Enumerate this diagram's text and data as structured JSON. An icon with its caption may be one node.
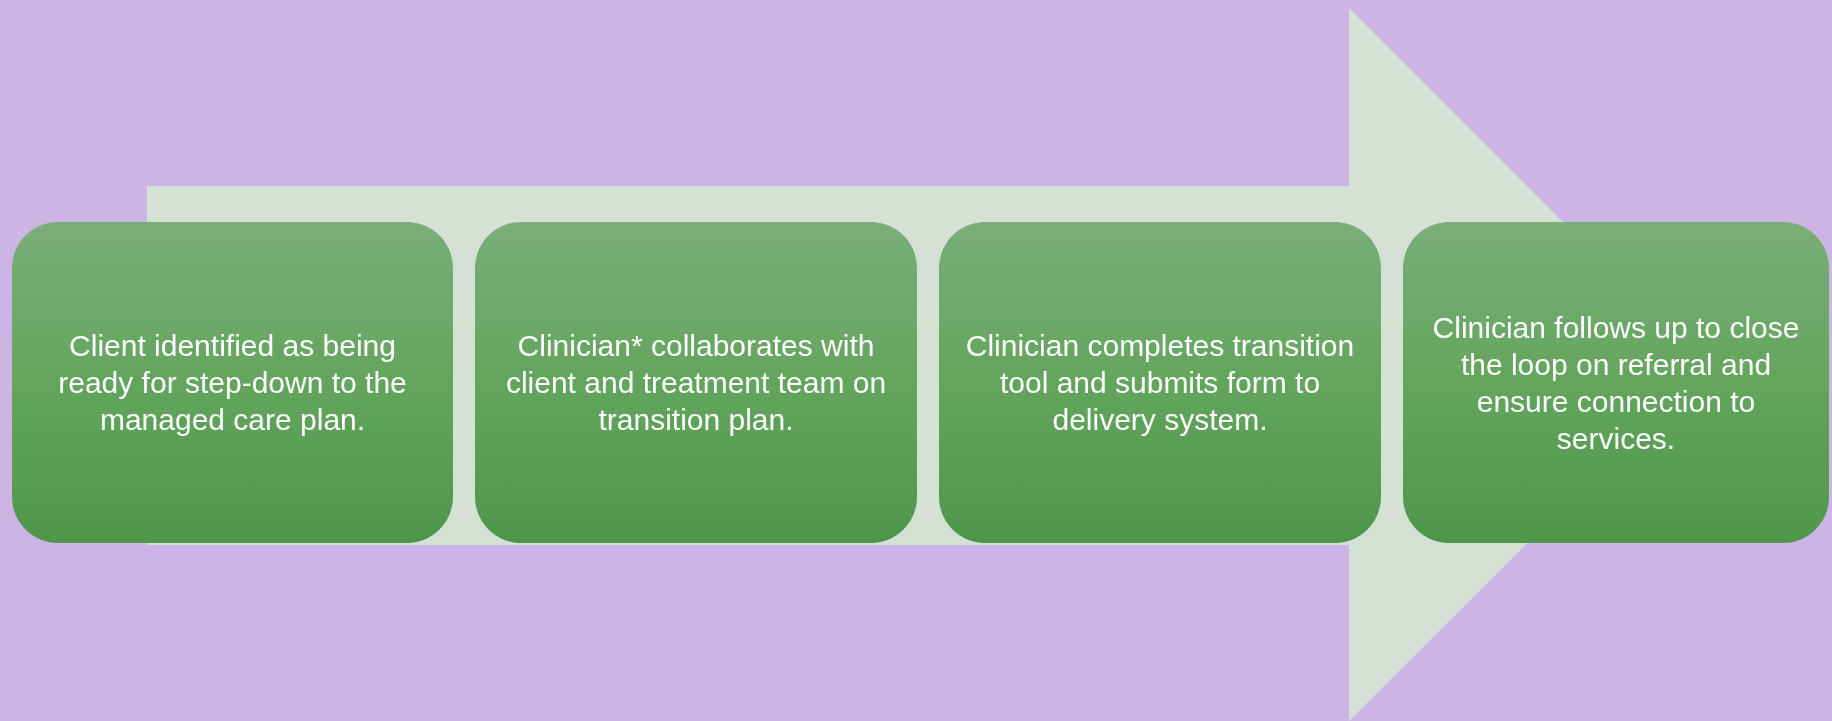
{
  "diagram": {
    "nodes": [
      {
        "text": [
          "Client identified as being ready for step-down to the managed care plan."
        ]
      },
      {
        "text": [
          "Clinician* collaborates with client and treatment team on transition plan."
        ]
      },
      {
        "text": [
          "Clinician completes transition tool and submits form to delivery system."
        ]
      },
      {
        "text": [
          "Clinician follows up to close the loop on referral and ensure connection to services."
        ]
      }
    ],
    "edges": [
      {
        "from": 0,
        "to": 3,
        "arrow": "to"
      }
    ]
  }
}
